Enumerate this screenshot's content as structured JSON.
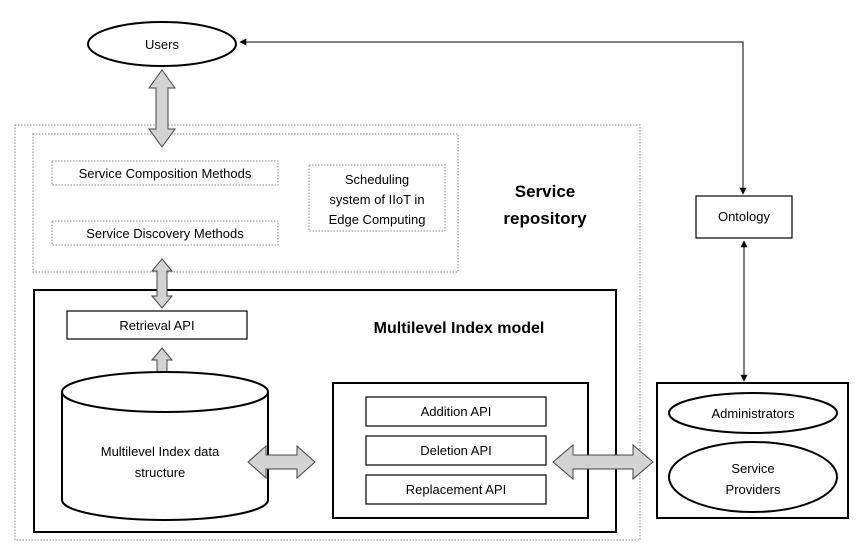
{
  "users": "Users",
  "ontology": "Ontology",
  "service_repository": {
    "line1": "Service",
    "line2": "repository"
  },
  "methods": {
    "composition": "Service Composition Methods",
    "discovery": "Service Discovery Methods"
  },
  "scheduling": {
    "line1": "Scheduling",
    "line2": "system of IIoT in",
    "line3": "Edge Computing"
  },
  "multilevel_index_model": "Multilevel Index model",
  "retrieval_api": "Retrieval API",
  "data_structure": {
    "line1": "Multilevel Index data",
    "line2": "structure"
  },
  "apis": {
    "addition": "Addition API",
    "deletion": "Deletion API",
    "replacement": "Replacement API"
  },
  "administrators": "Administrators",
  "service_providers": {
    "line1": "Service",
    "line2": "Providers"
  },
  "colors": {
    "arrow_fill": "#d3d3d3",
    "stroke": "#000000",
    "dotted": "#888888"
  }
}
